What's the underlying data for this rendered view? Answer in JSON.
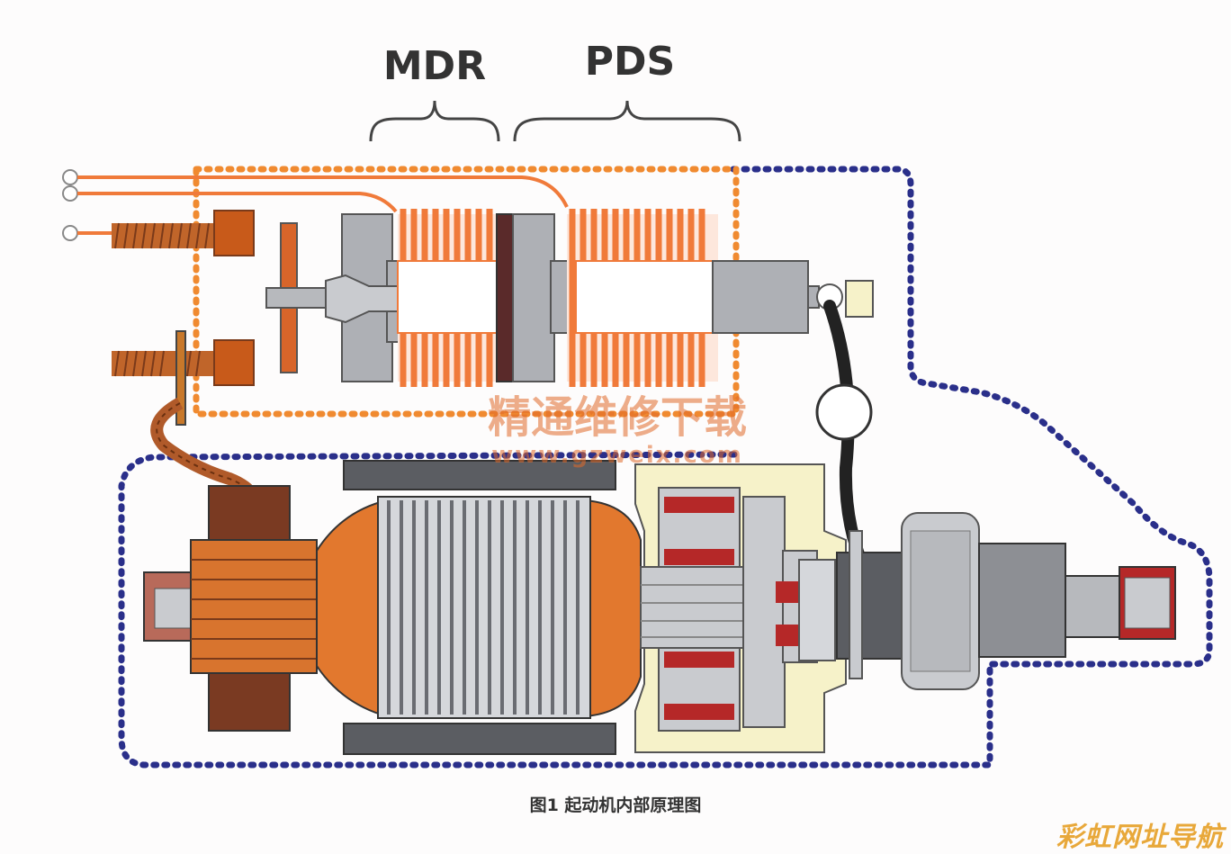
{
  "labels": {
    "mdr": "MDR",
    "pds": "PDS"
  },
  "watermark": {
    "cn_text": "精通维修下载",
    "url_text": "www.gzweix.com",
    "color": "#e06a2a"
  },
  "caption": "图1 起动机内部原理图",
  "brand_mark": "彩虹网址导航",
  "colors": {
    "coil_orange": "#f07a3a",
    "housing_dot_blue": "#2a2f8a",
    "solenoid_dot_orange": "#f08a30",
    "metal_gray": "#b7b9bd",
    "dark_gray": "#5b5d62",
    "brush_brown": "#7a3a22",
    "commutator_orange": "#d8742e",
    "clutch_red": "#b52828",
    "cream": "#f6f2c9"
  }
}
